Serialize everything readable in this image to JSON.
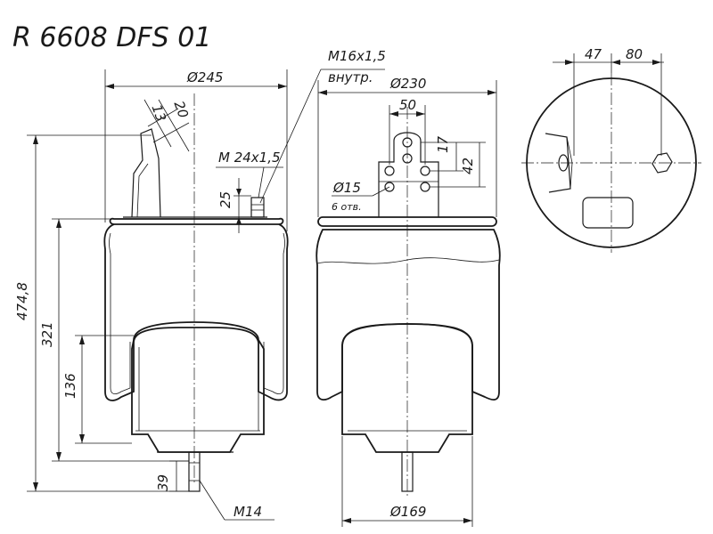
{
  "title": "R 6608 DFS 01",
  "side_view": {
    "diameter_top": "Ø245",
    "dim_13": "13",
    "dim_20": "20",
    "thread_top": "M 24x1,5",
    "thread_port": "M16x1,5",
    "thread_port_note": "внутр.",
    "dim_25": "25",
    "height_total": "474,8",
    "height_321": "321",
    "height_136": "136",
    "height_39": "39",
    "thread_bottom": "M14"
  },
  "front_view": {
    "diameter_top": "Ø230",
    "dim_50": "50",
    "dim_17": "17",
    "dim_42": "42",
    "hole_diameter": "Ø15",
    "hole_count": "6 отв.",
    "diameter_bottom": "Ø169"
  },
  "top_view": {
    "dim_47": "47",
    "dim_80": "80"
  }
}
